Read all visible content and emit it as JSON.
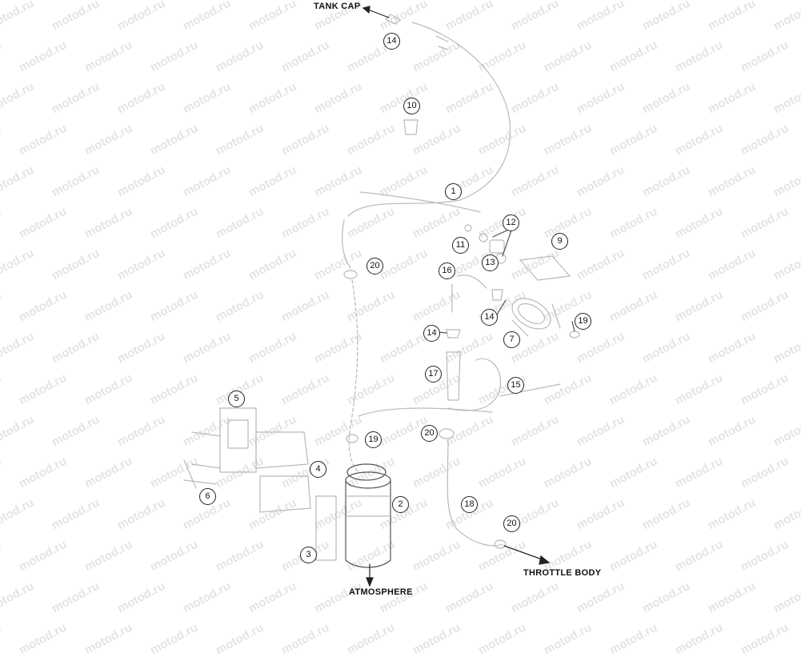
{
  "watermark": {
    "text": "motod.ru"
  },
  "labels": {
    "tank_cap": "TANK CAP",
    "atmosphere": "ATMOSPHERE",
    "throttle_body": "THROTTLE BODY"
  },
  "callouts": [
    "14",
    "10",
    "1",
    "12",
    "11",
    "13",
    "9",
    "20",
    "16",
    "14",
    "19",
    "7",
    "14",
    "17",
    "15",
    "5",
    "19",
    "20",
    "4",
    "6",
    "2",
    "18",
    "20",
    "3"
  ],
  "colors": {
    "line": "#b9b9b9",
    "ink": "#222222",
    "watermark": "#e4e4e4"
  }
}
